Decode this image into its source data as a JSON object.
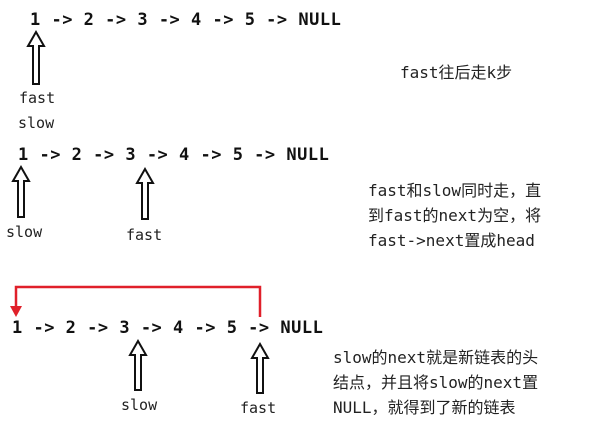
{
  "stage1": {
    "list_text": "1 -> 2 -> 3 -> 4 -> 5 -> NULL",
    "labels": [
      "fast",
      "slow"
    ],
    "note": "fast往后走k步"
  },
  "stage2": {
    "list_text": "1 -> 2 -> 3 -> 4 -> 5 -> NULL",
    "slow_label": "slow",
    "fast_label": "fast",
    "note_lines": [
      "fast和slow同时走，直",
      "到fast的next为空，将",
      "fast->next置成head"
    ]
  },
  "stage3": {
    "list_text": "1 -> 2 -> 3 -> 4 -> 5 -> NULL",
    "slow_label": "slow",
    "fast_label": "fast",
    "note_lines": [
      "slow的next就是新链表的头",
      "结点，并且将slow的next置",
      "NULL，就得到了新的链表"
    ],
    "link_color": "#e0202a"
  }
}
